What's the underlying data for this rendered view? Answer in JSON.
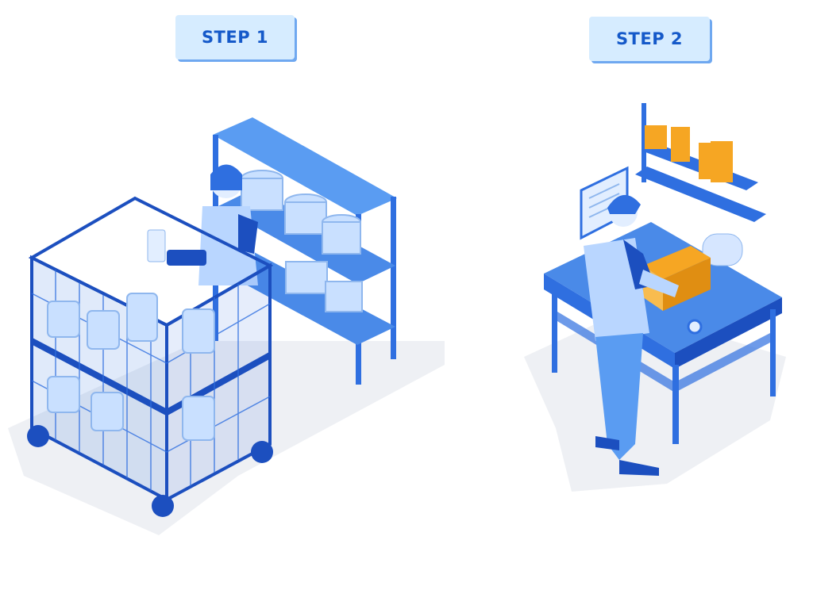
{
  "steps": [
    {
      "label": "STEP 1",
      "illustration": "picking-from-shelves"
    },
    {
      "label": "STEP 2",
      "illustration": "packing-at-workbench"
    }
  ],
  "colors": {
    "badge_bg": "#d6ecff",
    "badge_text": "#1559c9",
    "primary_blue": "#2f6fe0",
    "dark_blue": "#1c4fbf",
    "light_blue": "#b9d6ff",
    "accent_orange": "#f6a623",
    "shadow": "#eef0f4"
  }
}
